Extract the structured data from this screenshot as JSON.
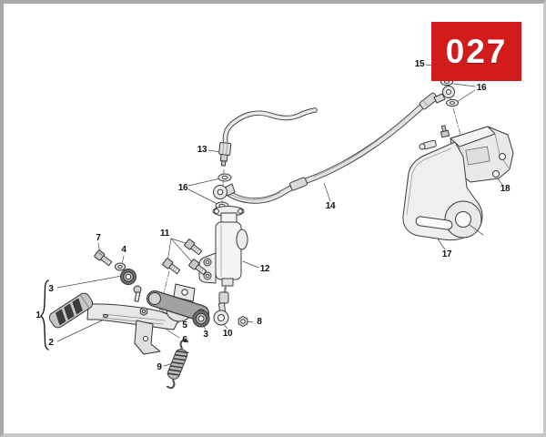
{
  "badge": {
    "text": "027"
  },
  "callouts": [
    {
      "label": "1"
    },
    {
      "label": "2"
    },
    {
      "label": "3"
    },
    {
      "label": "3"
    },
    {
      "label": "4"
    },
    {
      "label": "5"
    },
    {
      "label": "6"
    },
    {
      "label": "7"
    },
    {
      "label": "8"
    },
    {
      "label": "9"
    },
    {
      "label": "10"
    },
    {
      "label": "11"
    },
    {
      "label": "12"
    },
    {
      "label": "13"
    },
    {
      "label": "14"
    },
    {
      "label": "15"
    },
    {
      "label": "16"
    },
    {
      "label": "16"
    },
    {
      "label": "17"
    },
    {
      "label": "18"
    }
  ],
  "colors": {
    "badge_bg": "#d21b1b",
    "badge_fg": "#ffffff",
    "line_art": "#3b3b3b",
    "frame_border": "#a9a9a9",
    "paper": "#ffffff"
  }
}
